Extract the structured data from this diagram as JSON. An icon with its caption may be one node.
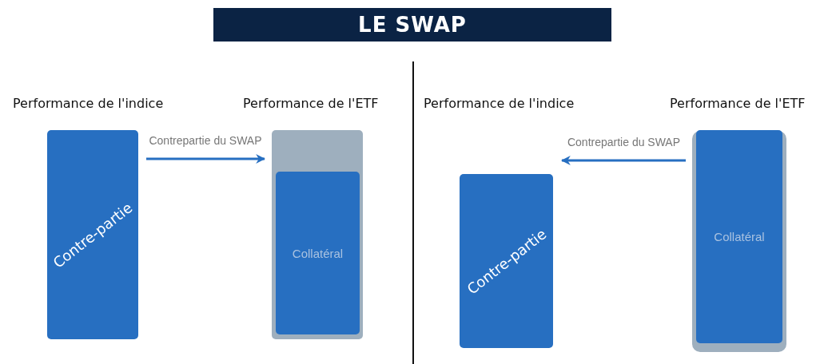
{
  "diagram": {
    "title": "LE SWAP",
    "nodes": [
      {
        "text": [
          "Contre-partie"
        ]
      },
      {
        "text": [],
        "shape": "bar"
      },
      {
        "text": [
          "Collatéral"
        ],
        "in": 1
      },
      {
        "text": [
          "Contre-partie"
        ]
      },
      {
        "text": [
          "Collatéral"
        ]
      }
    ],
    "edges": [
      {
        "from": 0,
        "to": 1,
        "arrow": "to",
        "label": "Contrepartie du SWAP"
      },
      {
        "from": 4,
        "to": 3,
        "arrow": "to",
        "label": "Contrepartie du SWAP"
      }
    ],
    "labels": [
      "Performance de l'indice",
      "Performance de l'ETF",
      "Performance de l'indice",
      "Performance de l'ETF"
    ]
  }
}
